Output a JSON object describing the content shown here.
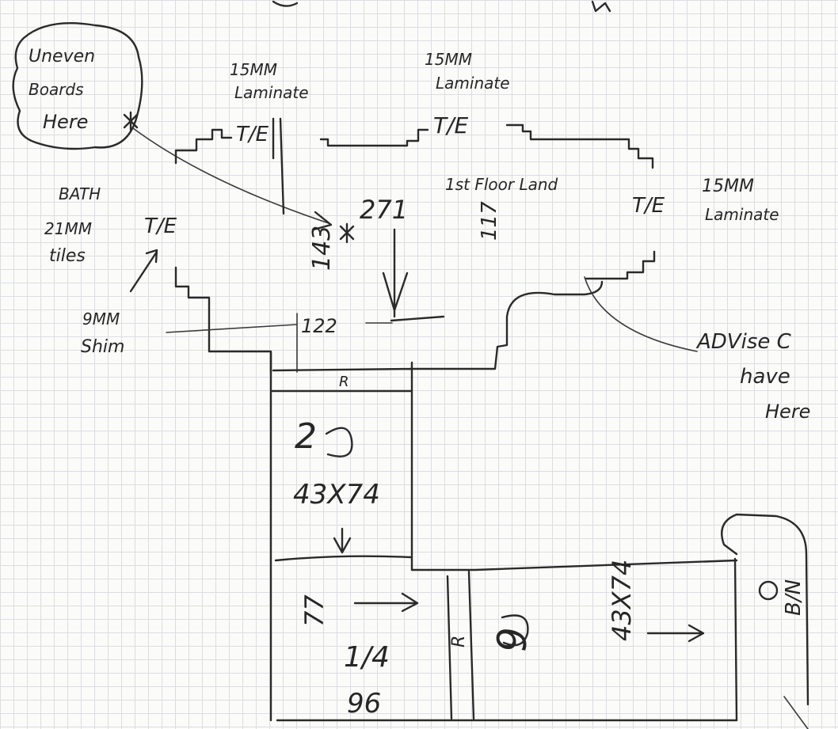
{
  "notes": {
    "uneven_boards_line1": "Uneven",
    "uneven_boards_line2": "Boards",
    "uneven_boards_line3": "Here",
    "laminate_15mm_left_line1": "15MM",
    "laminate_15mm_left_line2": "Laminate",
    "laminate_15mm_mid_line1": "15MM",
    "laminate_15mm_mid_line2": "Laminate",
    "laminate_15mm_right_line1": "15MM",
    "laminate_15mm_right_line2": "Laminate",
    "te_label": "T/E",
    "bath_line1": "BATH",
    "bath_line2": "21MM",
    "bath_line3": "tiles",
    "shim_line1": "9MM",
    "shim_line2": "Shim",
    "first_floor_landing": "1st Floor Land",
    "advise_line1": "ADVise C",
    "advise_line2": "have",
    "advise_line3": "Here",
    "r_label": "R",
    "bn_label": "B/N"
  },
  "dimensions": {
    "d271": "271",
    "d143": "143",
    "d117": "117",
    "d122": "122",
    "d77": "77",
    "d96": "96"
  },
  "treads": {
    "winder_2_label": "2",
    "winder_2_size": "43X74",
    "quarter_label": "1/4",
    "winder_9_label": "9",
    "winder_9_size": "43X74"
  }
}
